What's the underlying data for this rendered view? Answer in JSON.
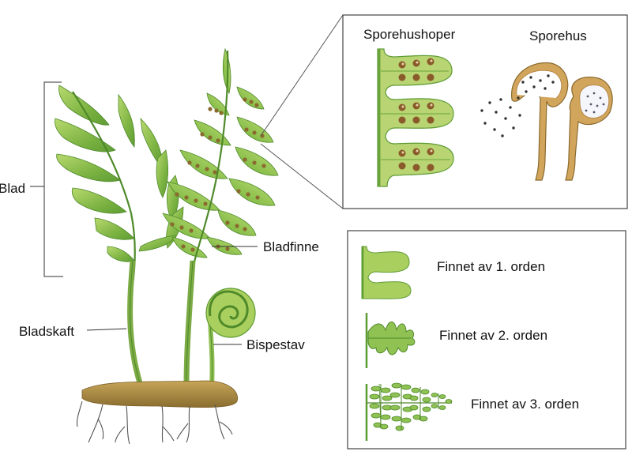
{
  "labels": {
    "blad": "Blad",
    "bladfinne": "Bladfinne",
    "bladskaft": "Bladskaft",
    "bispestav": "Bispestav"
  },
  "inset_top": {
    "sporehushoper": "Sporehushoper",
    "sporehus": "Sporehus"
  },
  "inset_bottom": {
    "orden1": "Finnet av 1. orden",
    "orden2": "Finnet av 2. orden",
    "orden3": "Finnet av 3. orden"
  },
  "colors": {
    "leaf_light": "#a9cf5f",
    "leaf_mid": "#7cb342",
    "leaf_dark": "#4f8a2a",
    "stem": "#8fbf52",
    "rhizome": "#a98a43",
    "sorus": "#a0723a",
    "sporangium": "#c9a05a",
    "frame": "#444444"
  }
}
